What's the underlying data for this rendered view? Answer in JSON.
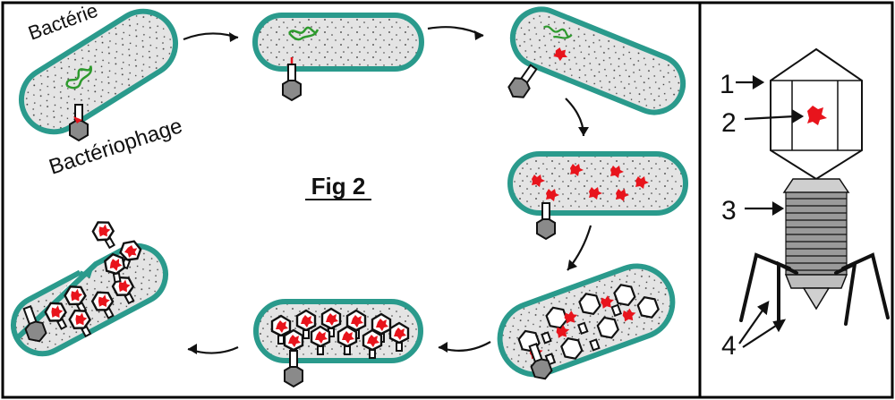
{
  "figure": {
    "title": "Fig 2",
    "labels": {
      "bacteria": "Bactérie",
      "phage": "Bactériophage"
    },
    "phage_parts": [
      "1",
      "2",
      "3",
      "4"
    ]
  },
  "colors": {
    "bacteria_wall": "#2a9a8c",
    "cytoplasm": "#e4e4e4",
    "bacterial_dna": "#2e9a2e",
    "viral_dna": "#e8141c",
    "frame": "#000000"
  }
}
